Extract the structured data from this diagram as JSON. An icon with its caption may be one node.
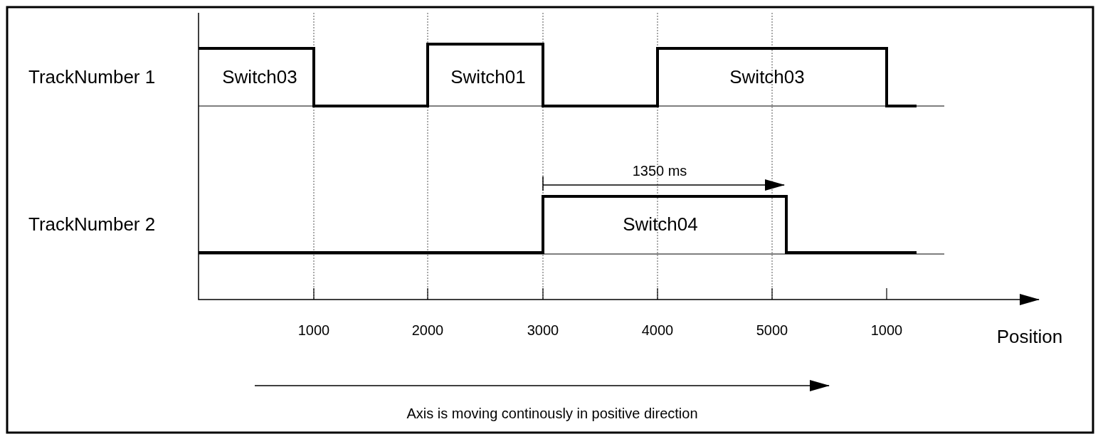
{
  "diagram": {
    "labels": [
      "TrackNumber 1",
      "Switch03",
      "Switch01",
      "Switch03",
      "1350 ms",
      "TrackNumber 2",
      "Switch04",
      "1000",
      "2000",
      "3000",
      "4000",
      "5000",
      "1000",
      "Position",
      "Axis is moving continously in positive direction"
    ]
  }
}
